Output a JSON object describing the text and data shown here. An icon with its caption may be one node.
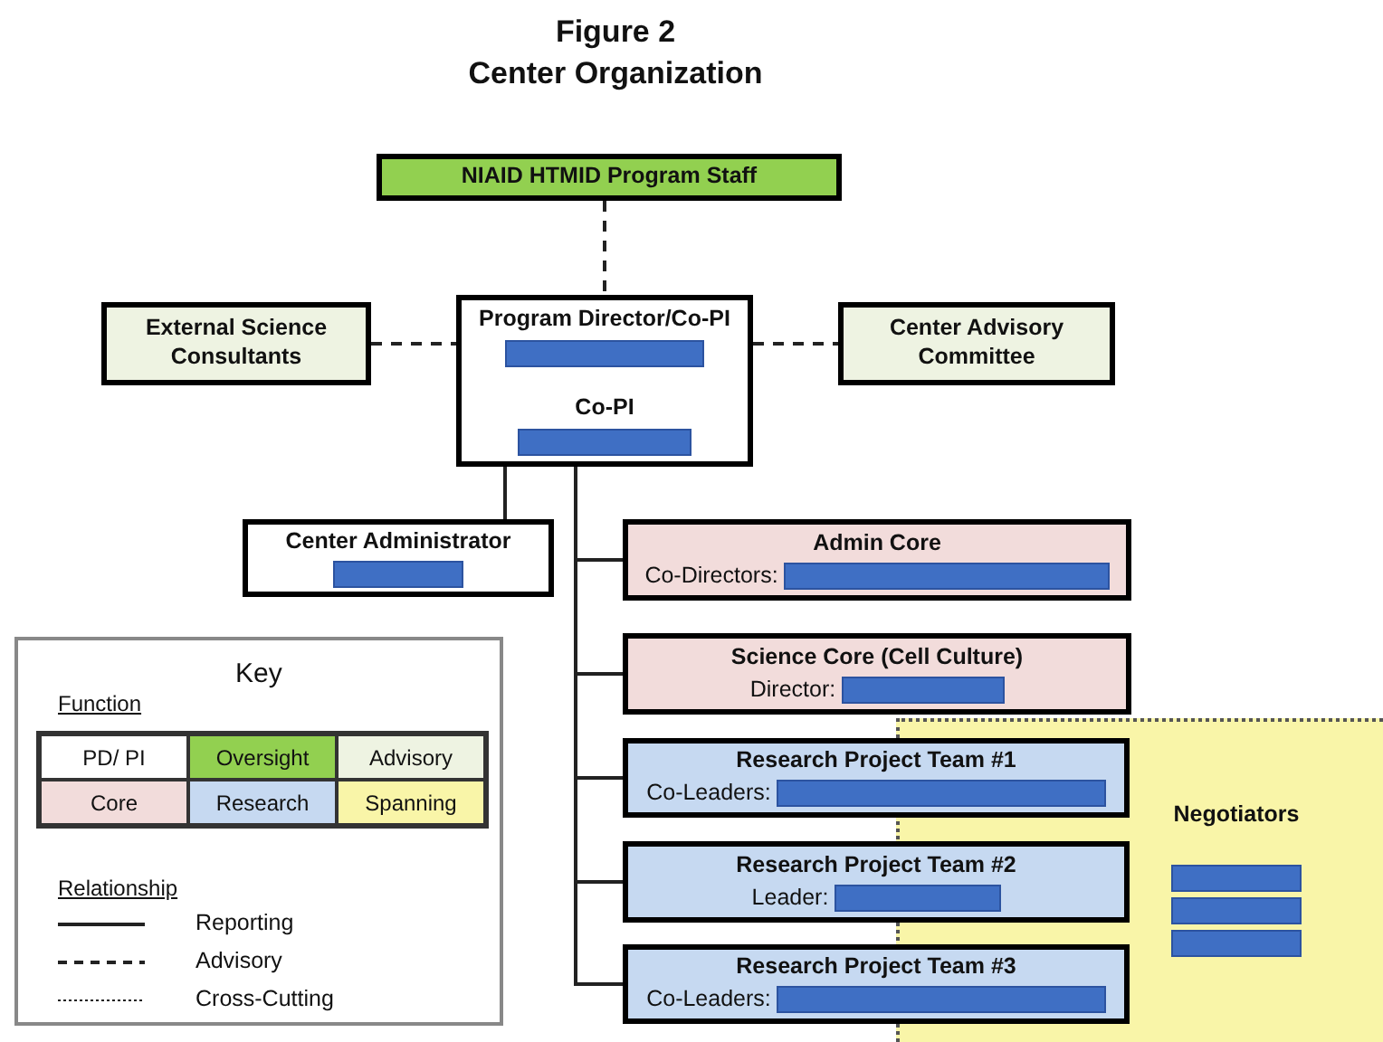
{
  "diagram": {
    "title": "Center Organization",
    "nodes": [
      {
        "text": [
          "NIAID HTMID Program Staff"
        ]
      },
      {
        "text": [
          "Program Director/Co-PI",
          "Co-PI"
        ]
      },
      {
        "text": [
          "External Science Consultants"
        ]
      },
      {
        "text": [
          "Center Advisory Committee"
        ]
      },
      {
        "text": [
          "Center Administrator"
        ]
      },
      {
        "text": [
          "Admin Core",
          "Co-Directors:"
        ]
      },
      {
        "text": [
          "Science Core (Cell Culture)",
          "Director:"
        ]
      },
      {
        "text": [
          "Research Project Team #1",
          "Co-Leaders:"
        ]
      },
      {
        "text": [
          "Research Project Team #2",
          "Leader:"
        ]
      },
      {
        "text": [
          "Research Project Team #3",
          "Co-Leaders:"
        ]
      },
      {
        "text": [
          "Negotiators"
        ]
      }
    ],
    "edges": [
      {
        "from": 0,
        "to": 1,
        "arrow": "none",
        "style": "dashed"
      },
      {
        "from": 2,
        "to": 1,
        "arrow": "none",
        "style": "dashed"
      },
      {
        "from": 1,
        "to": 3,
        "arrow": "none",
        "style": "dashed"
      },
      {
        "from": 1,
        "to": 4,
        "arrow": "none"
      },
      {
        "from": 1,
        "to": 5,
        "arrow": "none"
      },
      {
        "from": 1,
        "to": 6,
        "arrow": "none"
      },
      {
        "from": 1,
        "to": 7,
        "arrow": "none"
      },
      {
        "from": 1,
        "to": 8,
        "arrow": "none"
      },
      {
        "from": 1,
        "to": 9,
        "arrow": "none"
      }
    ],
    "labels": [
      "Figure 2",
      "Key",
      "Function",
      "Relationship"
    ],
    "legend": [
      {
        "text": "PD/ PI",
        "color": "#ffffff"
      },
      {
        "text": "Oversight",
        "color": "#92d050"
      },
      {
        "text": "Advisory",
        "color": "#eef3e2"
      },
      {
        "text": "Core",
        "color": "#f2dcdb"
      },
      {
        "text": "Research",
        "color": "#c6d9f1"
      },
      {
        "text": "Spanning",
        "color": "#f9f5a8"
      },
      {
        "text": "Reporting"
      },
      {
        "text": "Advisory"
      },
      {
        "text": "Cross-Cutting"
      }
    ]
  }
}
